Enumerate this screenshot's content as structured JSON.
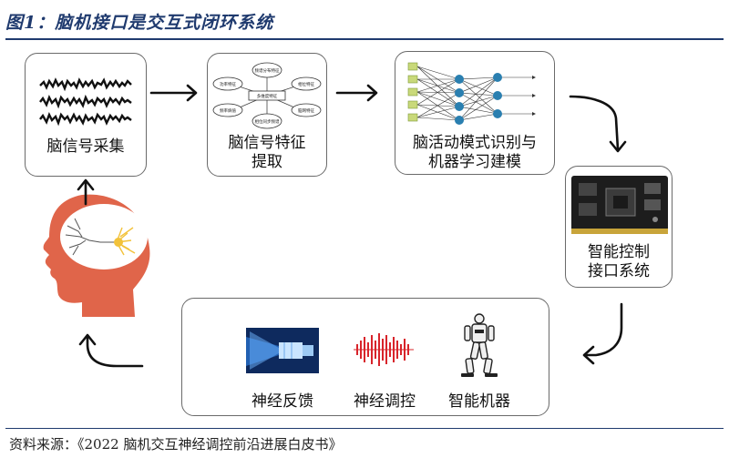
{
  "title": "图1：脑机接口是交互式闭环系统",
  "source": "资料来源：《2022 脑机交互神经调控前沿进展白皮书》",
  "boxes": {
    "acquisition": {
      "label": "脑信号采集"
    },
    "feature": {
      "label_line1": "脑信号特征",
      "label_line2": "提取",
      "nodes": {
        "center": "多维度特征",
        "top": "频谱分布特征",
        "left_top": "功率特征",
        "right_top": "相位特征",
        "left_bottom": "频率熵值",
        "right_bottom": "脑网特征",
        "bottom": "相位同步频谱"
      }
    },
    "recognition": {
      "label_line1": "脑活动模式识别与",
      "label_line2": "机器学习建模"
    },
    "control": {
      "label_line1": "智能控制",
      "label_line2": "接口系统"
    },
    "outputs": {
      "neuro_feedback": "神经反馈",
      "neuro_modulation": "神经调控",
      "intelligent_machine": "智能机器"
    }
  },
  "colors": {
    "title": "#1f3a6e",
    "head": "#e0654a",
    "neuron": "#f2c23a",
    "node": "#2a7fb0",
    "chip": "#1d1d1d",
    "feedback_blue": "#2b78d6",
    "wave_red": "#d8242b"
  }
}
